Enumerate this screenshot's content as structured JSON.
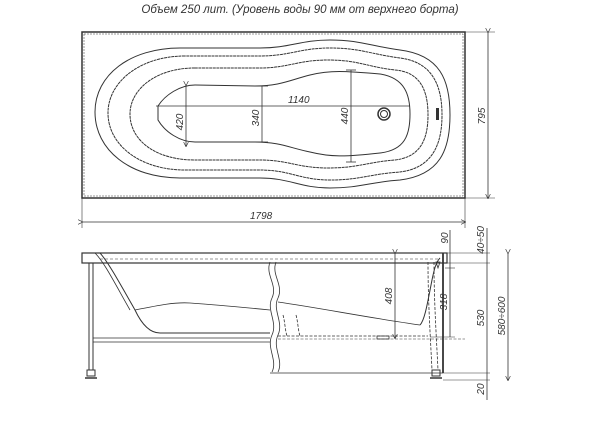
{
  "title": "Объем 250 лит. (Уровень воды 90 мм от верхнего борта)",
  "top_view": {
    "dimensions": {
      "inner_length": "1140",
      "head_width": "420",
      "waist_width": "340",
      "foot_width": "440",
      "overall_width": "795",
      "overall_length": "1798"
    }
  },
  "side_view": {
    "dimensions": {
      "water_gap": "90",
      "inner_depth": "408",
      "water_depth": "318",
      "rim_height_range": "40÷50",
      "body_height": "530",
      "total_height_range": "580÷600",
      "foot_height": "20"
    }
  },
  "colors": {
    "line": "#333333",
    "background": "#ffffff"
  }
}
